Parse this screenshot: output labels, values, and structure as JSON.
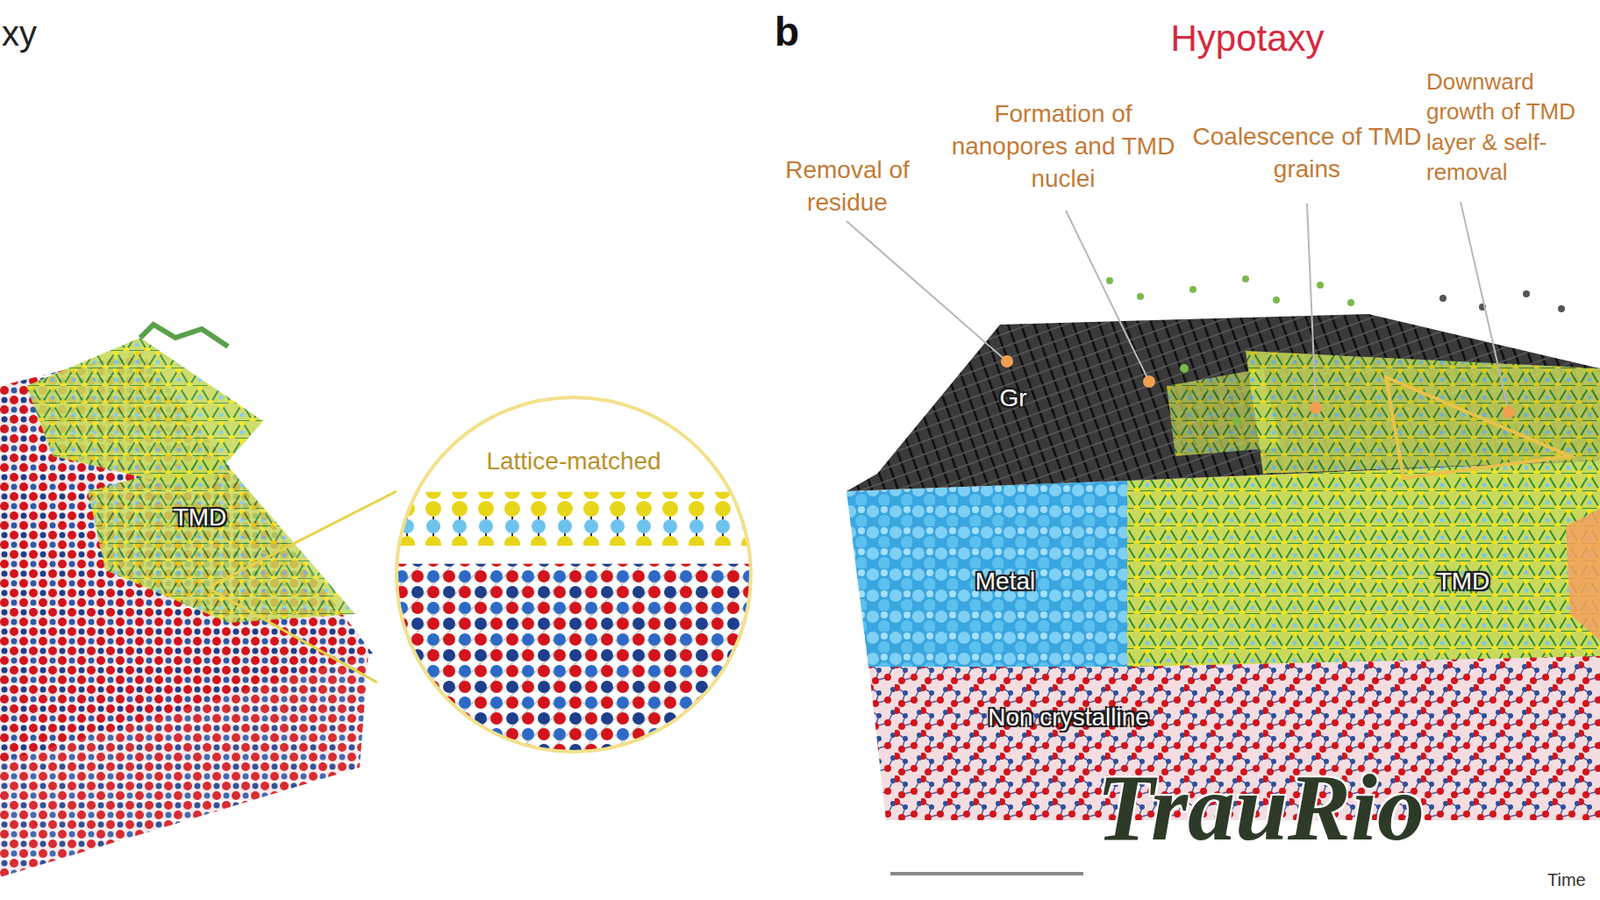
{
  "diagram": {
    "nodes": [
      {
        "text": [
          "Lattice-matched"
        ]
      }
    ],
    "labels": [
      "xy",
      "b",
      "Hypotaxy",
      "Removal of residue",
      "Formation of nanopores and TMD nuclei",
      "Coalescence of TMD grains",
      "Downward growth of TMD layer & self-removal",
      "TMD",
      "Gr",
      "Metal",
      "TMD",
      "Non crystalline",
      "Time",
      "TrauRio"
    ]
  }
}
